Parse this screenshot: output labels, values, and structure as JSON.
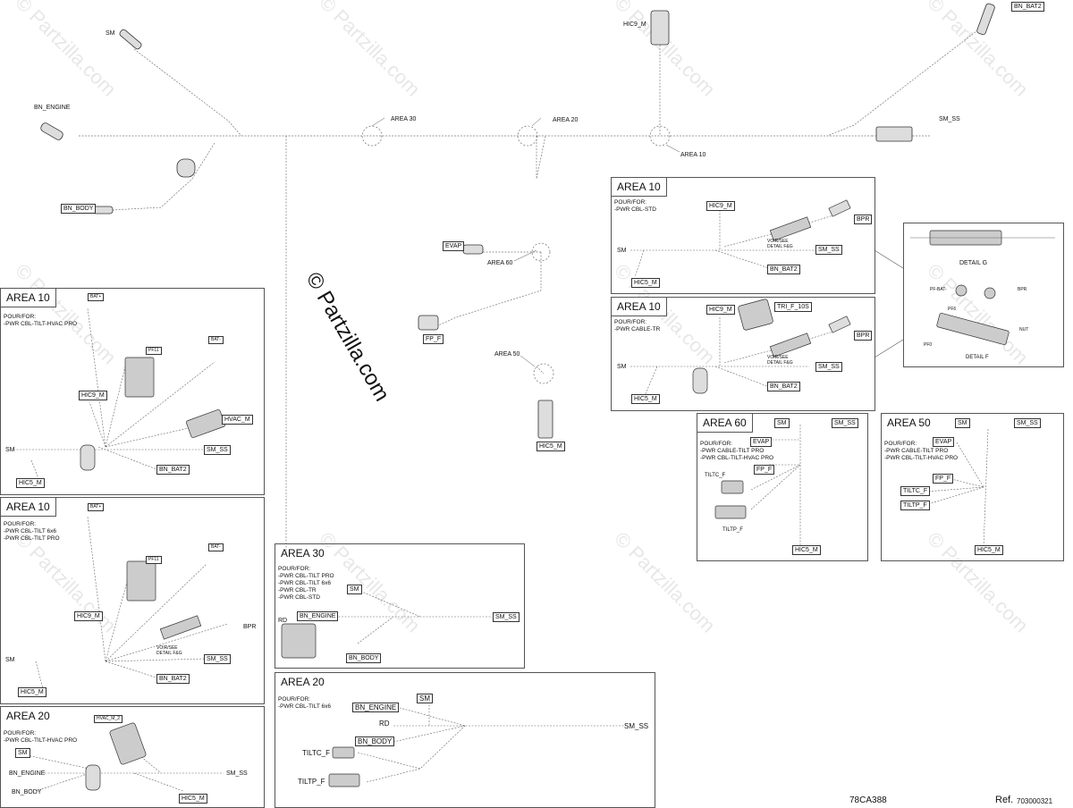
{
  "watermark": "© Partzilla.com",
  "main_labels": {
    "sm": "SM",
    "bn_engine": "BN_ENGINE",
    "bn_body": "BN_BODY",
    "hic9_m": "HIC9_M",
    "bn_bat2": "BN_BAT2",
    "sm_ss": "SM_SS",
    "area_30": "AREA 30",
    "area_20": "AREA 20",
    "area_10": "AREA 10",
    "area_60": "AREA 60",
    "area_50": "AREA 50",
    "evap": "EVAP",
    "fp_f": "FP_F",
    "hic5_m": "HIC5_M"
  },
  "panels": {
    "a10_std": {
      "title": "AREA 10",
      "pour": "POUR/FOR:\n-PWR CBL-STD",
      "labels": {
        "hic9": "HIC9_M",
        "bpr": "BPR",
        "sm": "SM",
        "voir": "VOIR/SEE\nDETAIL F&G",
        "sm_ss": "SM_SS",
        "bn_bat2": "BN_BAT2",
        "hic5": "HIC5_M"
      }
    },
    "a10_tr": {
      "title": "AREA 10",
      "pour": "POUR/FOR:\n-PWR CABLE-TR",
      "labels": {
        "hic9": "HIC9_M",
        "tri": "TRI_F_10S",
        "bpr": "BPR",
        "sm": "SM",
        "voir": "VOIR/SEE\nDETAIL F&G",
        "sm_ss": "SM_SS",
        "bn_bat2": "BN_BAT2",
        "hic5": "HIC5_M"
      }
    },
    "detail": {
      "detail_g": "DETAIL G",
      "detail_f": "DETAIL F",
      "bpr": "BPR",
      "pfb": "PF-BAT-",
      "mid": "PF6",
      "right": "NUT",
      "bpr_small": "PF0"
    },
    "a10_hvac": {
      "title": "AREA 10",
      "pour": "POUR/FOR:\n-PWR CBL-TILT-HVAC PRO",
      "labels": {
        "batp": "BAT+",
        "pf11": "PF11",
        "batm": "BAT-",
        "hic9": "HIC9_M",
        "hvac": "HVAC_M",
        "sm": "SM",
        "sm_ss": "SM_SS",
        "bn_bat2": "BN_BAT2",
        "hic5": "HIC5_M"
      }
    },
    "a10_tilt": {
      "title": "AREA 10",
      "pour": "POUR/FOR:\n-PWR CBL-TILT 6x6\n-PWR CBL-TILT PRO",
      "labels": {
        "batp": "BAT+",
        "pf11": "PF11",
        "batm": "BAT-",
        "hic9": "HIC9_M",
        "bpr": "BPR",
        "voir": "VOIR/SEE\nDETAIL F&G",
        "sm_ss": "SM_SS",
        "sm": "SM",
        "bn_bat2": "BN_BAT2",
        "hic5": "HIC5_M"
      }
    },
    "a20_hvac": {
      "title": "AREA 20",
      "pour": "POUR/FOR:\n-PWR CBL-TILT-HVAC PRO",
      "labels": {
        "hvac_m_2": "HVAC_M_2",
        "sm": "SM",
        "bn_engine": "BN_ENGINE",
        "sm_ss": "SM_SS",
        "bn_body": "BN_BODY",
        "hic5": "HIC5_M"
      }
    },
    "a30": {
      "title": "AREA 30",
      "pour": "POUR/FOR:\n-PWR CBL-TILT PRO\n-PWR CBL-TILT 6x6\n-PWR CBL-TR\n-PWR CBL-STD",
      "labels": {
        "sm": "SM",
        "rd": "RD",
        "bn_engine": "BN_ENGINE",
        "sm_ss": "SM_SS",
        "bn_body": "BN_BODY"
      }
    },
    "a20_6x6": {
      "title": "AREA 20",
      "pour": "POUR/FOR:\n-PWR CBL-TILT 6x6",
      "labels": {
        "sm": "SM",
        "bn_engine": "BN_ENGINE",
        "rd": "RD",
        "bn_body": "BN_BODY",
        "sm_ss": "SM_SS",
        "tiltc": "TILTC_F",
        "tiltp": "TILTP_F"
      }
    },
    "a60": {
      "title": "AREA 60",
      "pour": "POUR/FOR:\n-PWR CABLE-TILT PRO\n-PWR CBL-TILT-HVAC PRO",
      "labels": {
        "sm": "SM",
        "sm_ss": "SM_SS",
        "evap": "EVAP",
        "fp_f": "FP_F",
        "tiltc": "TILTC_F",
        "tiltp": "TILTP_F",
        "hic5": "HIC5_M"
      }
    },
    "a50": {
      "title": "AREA 50",
      "pour": "POUR/FOR:\n-PWR CABLE-TILT PRO\n-PWR CBL-TILT-HVAC PRO",
      "labels": {
        "sm": "SM",
        "sm_ss": "SM_SS",
        "evap": "EVAP",
        "fp_f": "FP_F",
        "tiltc": "TILTC_F",
        "tiltp": "TILTP_F",
        "hic5": "HIC5_M"
      }
    }
  },
  "footer": {
    "drawing_ref": "78CA388",
    "ref_label": "Ref.",
    "ref_number": "703000321"
  }
}
